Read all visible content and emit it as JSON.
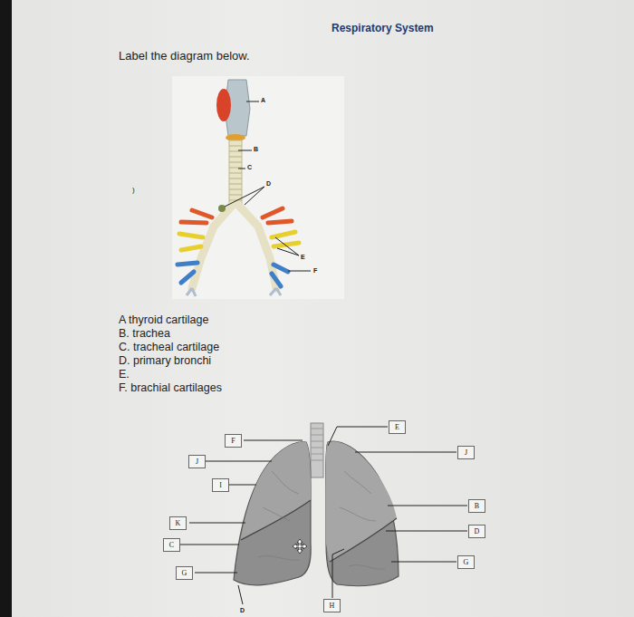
{
  "diagram": {
    "title": "Respiratory System",
    "nodes": [
      {
        "text": [
          "E"
        ]
      },
      {
        "text": [
          "F"
        ]
      },
      {
        "text": [
          "J"
        ]
      },
      {
        "text": [
          "J"
        ]
      },
      {
        "text": [
          "I"
        ]
      },
      {
        "text": [
          "B"
        ]
      },
      {
        "text": [
          "K"
        ]
      },
      {
        "text": [
          "D"
        ]
      },
      {
        "text": [
          "C"
        ]
      },
      {
        "text": [
          "G"
        ]
      },
      {
        "text": [
          "G"
        ]
      },
      {
        "text": [
          "H"
        ]
      }
    ],
    "labels": [
      "Label the diagram below.",
      "A",
      "B",
      "C",
      "D",
      "E",
      "F",
      "A thyroid cartilage",
      "B. trachea",
      "C. tracheal cartilage",
      "D. primary bronchi",
      "E.",
      "F. brachial cartilages",
      ")",
      "D"
    ]
  }
}
